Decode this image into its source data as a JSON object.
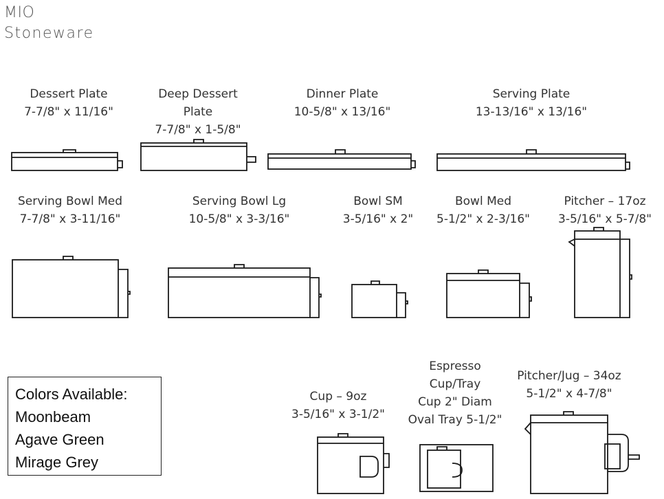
{
  "brand": {
    "name": "MIO",
    "subtitle": "Stoneware"
  },
  "items": {
    "dessert_plate": [
      "Dessert Plate",
      "7-7/8\" x 11/16\""
    ],
    "deep_dessert_plate": [
      "Deep Dessert",
      "Plate",
      "7-7/8\" x 1-5/8\""
    ],
    "dinner_plate": [
      "Dinner Plate",
      "10-5/8\" x 13/16\""
    ],
    "serving_plate": [
      "Serving Plate",
      "13-13/16\" x 13/16\""
    ],
    "serving_bowl_med": [
      "Serving Bowl Med",
      "7-7/8\" x 3-11/16\""
    ],
    "serving_bowl_lg": [
      "Serving Bowl Lg",
      "10-5/8\" x 3-3/16\""
    ],
    "bowl_sm": [
      "Bowl SM",
      "3-5/16\" x 2\""
    ],
    "bowl_med": [
      "Bowl Med",
      "5-1/2\" x  2-3/16\""
    ],
    "pitcher_17oz": [
      "Pitcher – 17oz",
      "3-5/16\" x 5-7/8\""
    ],
    "cup_9oz": [
      "Cup – 9oz",
      "3-5/16\" x 3-1/2\""
    ],
    "espresso": [
      "Espresso",
      "Cup/Tray",
      "Cup 2\" Diam",
      "Oval Tray 5-1/2\""
    ],
    "pitcher_jug_34oz": [
      "Pitcher/Jug – 34oz",
      "5-1/2\" x 4-7/8\""
    ]
  },
  "colors": {
    "heading": "Colors Available:",
    "options": [
      "Moonbeam",
      "Agave Green",
      "Mirage Grey"
    ]
  }
}
